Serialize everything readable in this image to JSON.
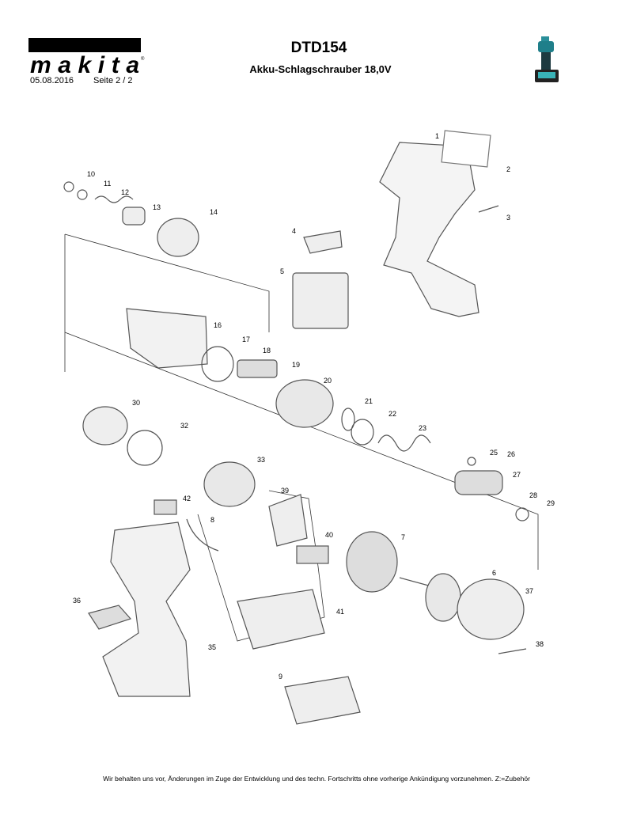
{
  "header": {
    "brand": "makita",
    "date": "05.08.2016",
    "page": "Seite  2  / 2",
    "model": "DTD154",
    "description": "Akku-Schlagschrauber 18,0V"
  },
  "diagram": {
    "part_numbers": [
      "1",
      "2",
      "3",
      "4",
      "5",
      "6",
      "7",
      "8",
      "9",
      "10",
      "11",
      "12",
      "13",
      "14",
      "16",
      "17",
      "18",
      "19",
      "20",
      "21",
      "22",
      "23",
      "25",
      "26",
      "27",
      "28",
      "29",
      "30",
      "32",
      "33",
      "35",
      "36",
      "37",
      "38",
      "39",
      "40",
      "41",
      "42"
    ]
  },
  "footer": {
    "disclaimer": "Wir behalten uns vor, Änderungen im Zuge der Entwicklung und des techn. Fortschritts ohne vorherige Ankündigung vorzunehmen. Z:=Zubehör"
  }
}
